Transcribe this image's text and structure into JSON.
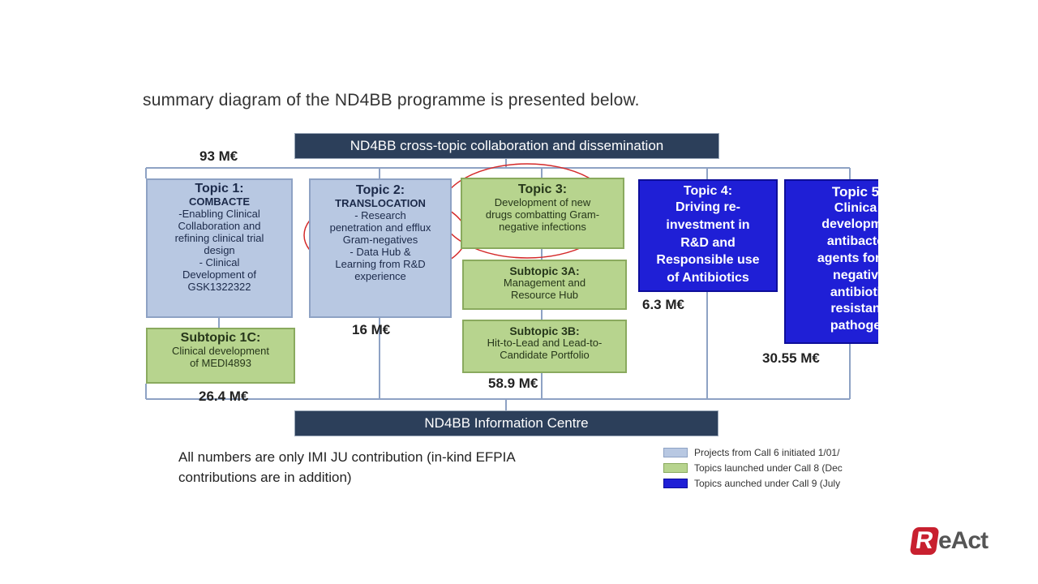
{
  "heading": "summary diagram of the ND4BB programme is presented below.",
  "top_bar": "ND4BB cross-topic collaboration and dissemination",
  "bottom_bar": "ND4BB Information Centre",
  "topic1": {
    "head": "Topic 1:",
    "sub": "COMBACTE",
    "lines": [
      "-Enabling Clinical",
      "Collaboration and",
      "refining clinical trial",
      "design",
      "- Clinical",
      "Development of",
      "GSK1322322"
    ]
  },
  "subtopic1c": {
    "head": "Subtopic 1C:",
    "lines": [
      "Clinical development",
      "of MEDI4893"
    ]
  },
  "topic2": {
    "head": "Topic 2:",
    "sub": "TRANSLOCATION",
    "lines": [
      "- Research",
      "penetration and efflux",
      "Gram-negatives",
      "- Data Hub &",
      "Learning from R&D",
      "experience"
    ]
  },
  "topic3": {
    "head": "Topic 3:",
    "lines": [
      "Development of new",
      "drugs combatting Gram-",
      "negative infections"
    ]
  },
  "subtopic3a": {
    "head": "Subtopic 3A:",
    "lines": [
      "Management and",
      "Resource Hub"
    ]
  },
  "subtopic3b": {
    "head": "Subtopic 3B:",
    "lines": [
      "Hit-to-Lead and Lead-to-",
      "Candidate Portfolio"
    ]
  },
  "topic4": {
    "head": "Topic 4:",
    "lines": [
      "Driving re-",
      "investment in",
      "R&D and",
      "Responsible use",
      "of Antibiotics"
    ]
  },
  "topic5": {
    "head": "Topic 5",
    "lines": [
      "Clinica",
      "developme",
      "antibacte",
      "agents for G",
      "negativ",
      "antibioti",
      "resistan",
      "pathoge"
    ]
  },
  "amounts": {
    "topic1": "93 M€",
    "subtopic1c": "26.4 M€",
    "topic2": "16 M€",
    "topic3": "58.9 M€",
    "topic4": "6.3 M€",
    "topic5": "30.55 M€"
  },
  "note": "All numbers are only IMI JU contribution (in-kind EFPIA contributions are in addition)",
  "legend": [
    {
      "label": "Projects from Call 6 initiated 1/01/",
      "color": "#b8c8e2"
    },
    {
      "label": "Topics launched under Call 8 (Dec",
      "color": "#b7d48e"
    },
    {
      "label": "Topics aunched under Call 9 (July",
      "color": "#1f1fd6"
    }
  ],
  "logo": {
    "mark": "R",
    "text": "eAct"
  },
  "colors": {
    "light_blue": "#b8c8e2",
    "green": "#b7d48e",
    "dark_blue": "#1f1fd6",
    "navy_bar": "#2c3f5a",
    "highlight_red": "#d42a2a",
    "logo_red": "#c8202f"
  }
}
